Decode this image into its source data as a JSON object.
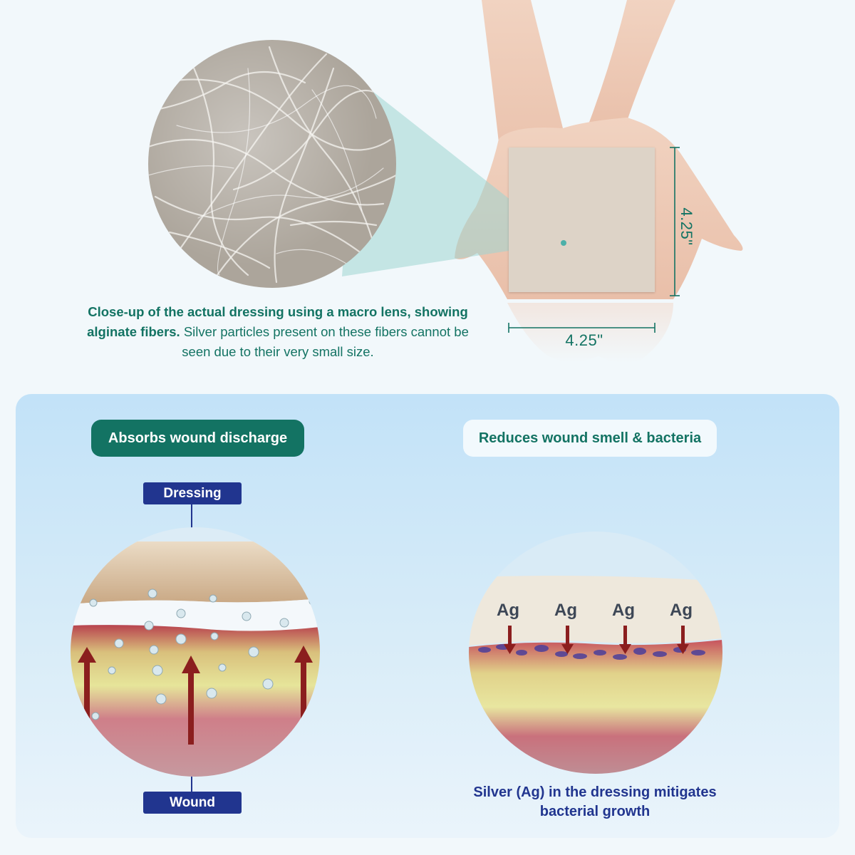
{
  "closeup": {
    "caption_bold": "Close-up of the actual dressing using a macro lens, showing alginate fibers.",
    "caption_rest": " Silver particles present on these fibers cannot be seen due to their very small size."
  },
  "dimensions": {
    "height": "4.25\"",
    "width": "4.25\""
  },
  "absorbs": {
    "title": "Absorbs wound discharge",
    "dressing_label": "Dressing",
    "wound_label": "Wound"
  },
  "reduces": {
    "title": "Reduces wound smell & bacteria",
    "ag_labels": [
      "Ag",
      "Ag",
      "Ag",
      "Ag"
    ],
    "caption": "Silver (Ag) in the dressing mitigates bacterial growth"
  },
  "colors": {
    "teal": "#137363",
    "navy": "#21358f",
    "dressing": "#ddd3c7",
    "arrow": "#8b1e1e"
  },
  "icons": [
    "dressing-tag-connector",
    "wound-tag-connector",
    "upward-arrow",
    "downward-arrow"
  ]
}
